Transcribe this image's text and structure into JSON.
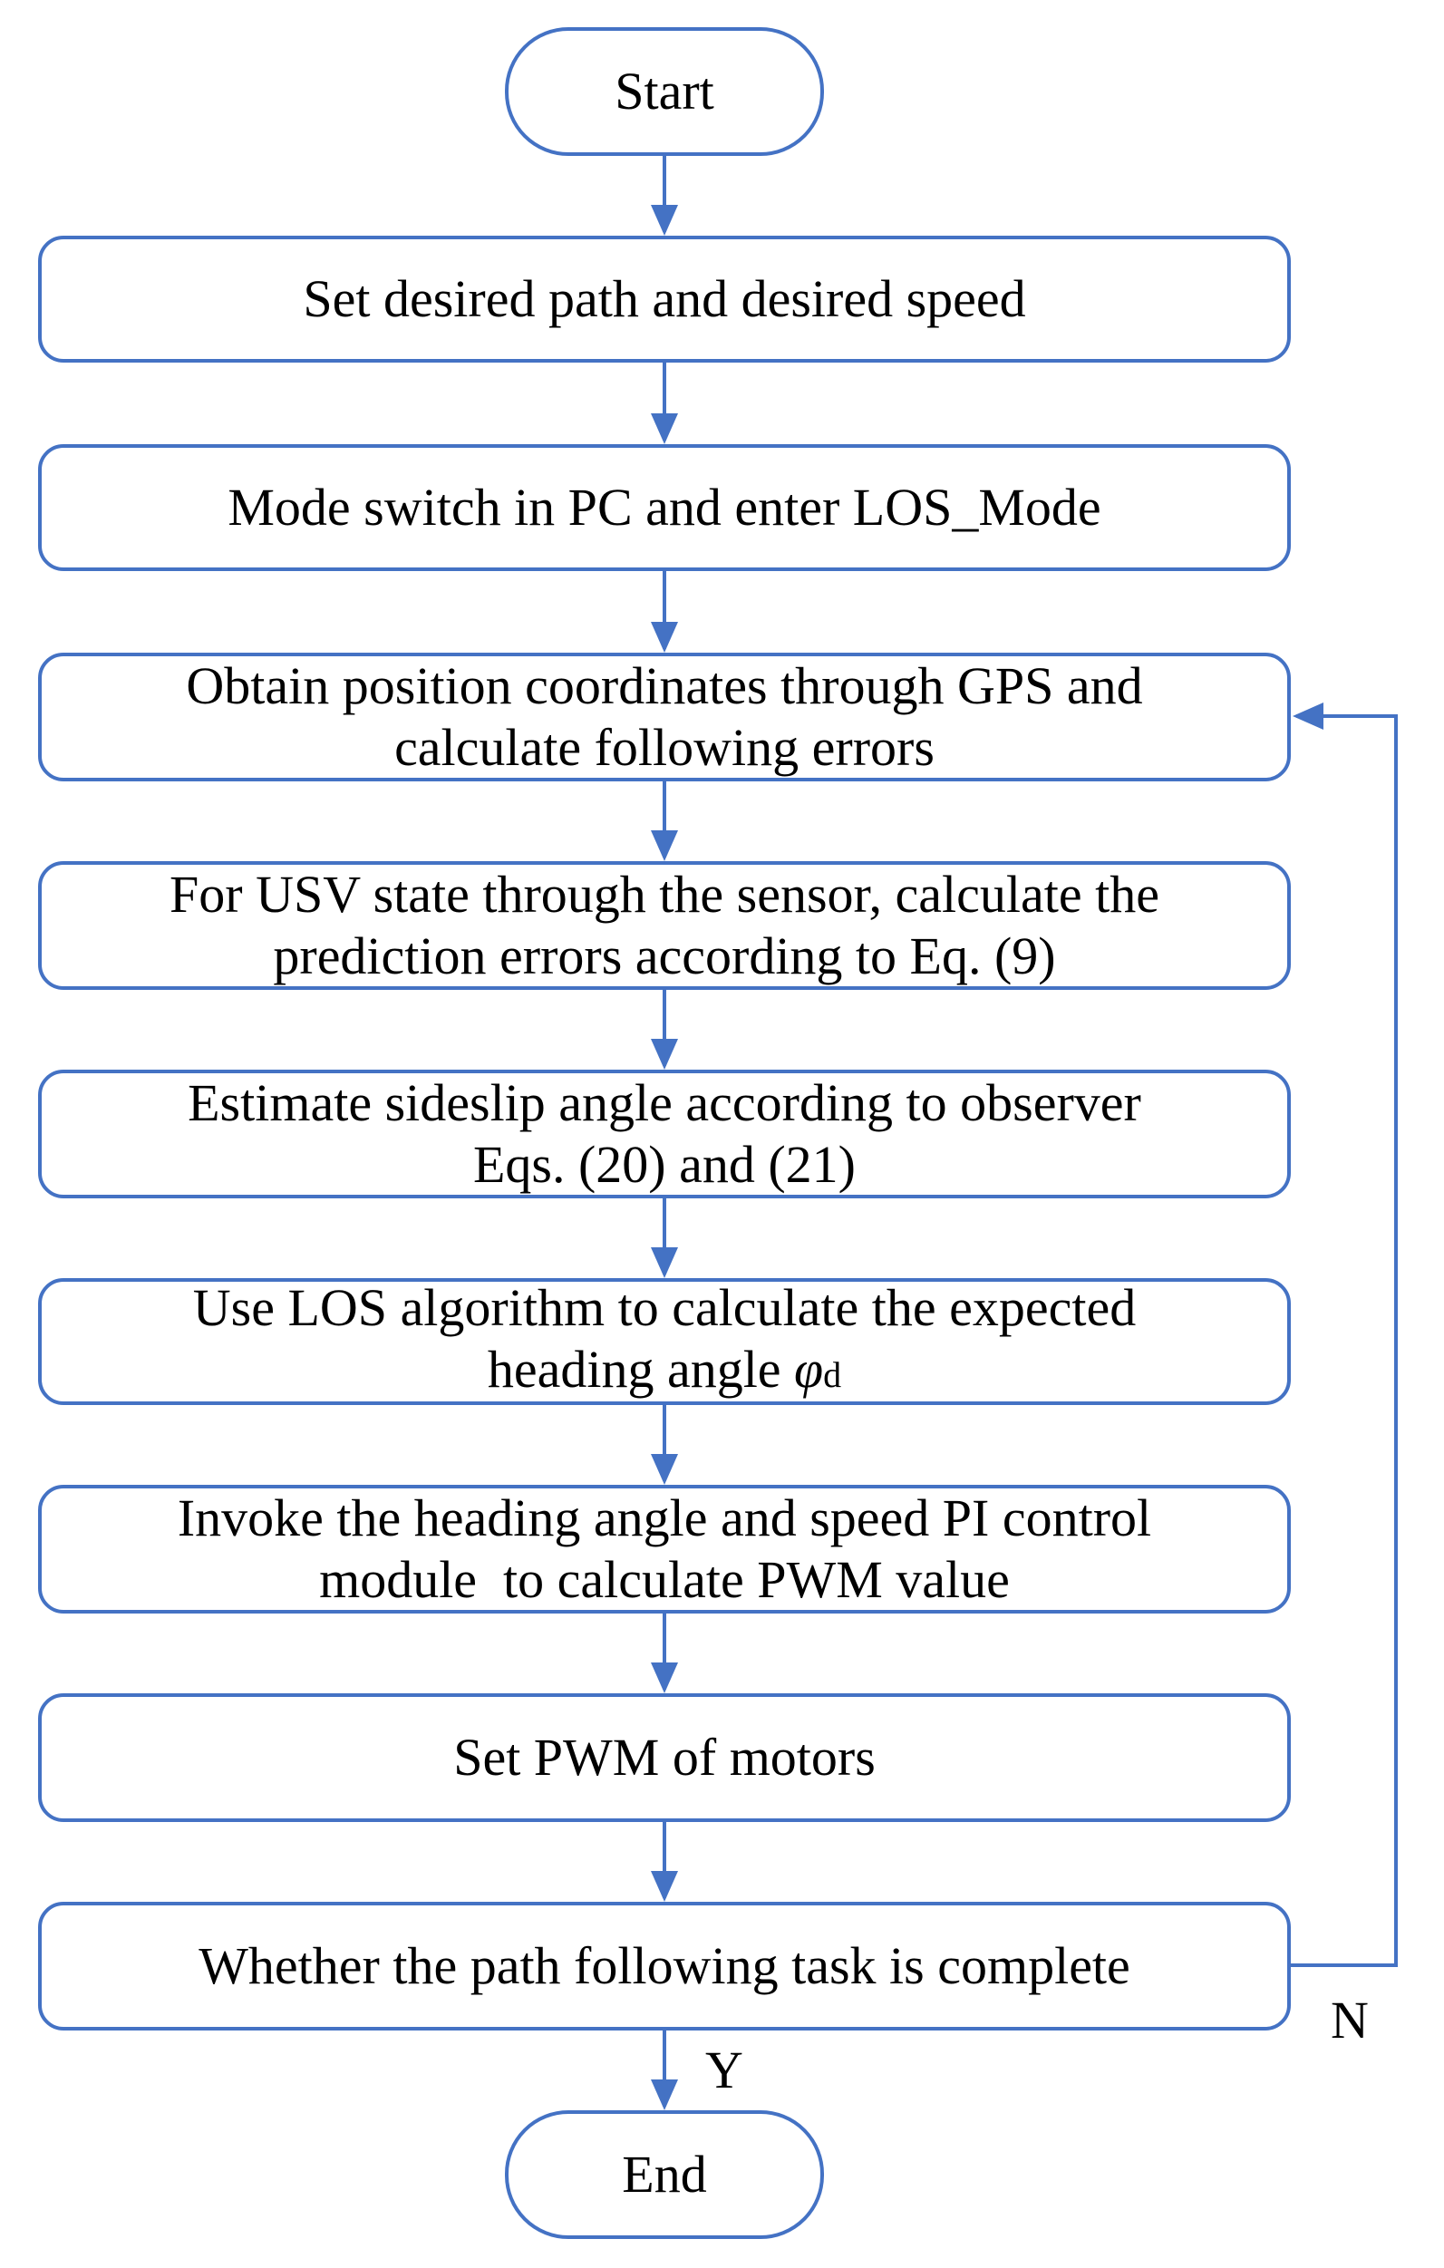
{
  "colors": {
    "stroke": "#4472c4",
    "text": "#000000",
    "background": "#ffffff"
  },
  "nodes": {
    "start": "Start",
    "set_path": "Set desired path and desired speed",
    "mode_switch": "Mode switch in PC and enter LOS_Mode",
    "obtain_position": {
      "line1": "Obtain position coordinates through GPS and",
      "line2": "calculate following errors"
    },
    "usv_state": {
      "line1": "For USV state through the sensor, calculate the",
      "line2": "prediction errors according to Eq. (9)"
    },
    "estimate_sideslip": {
      "line1": "Estimate sideslip angle according to observer",
      "line2": "Eqs. (20) and (21)"
    },
    "los_algorithm": {
      "line1": "Use LOS algorithm to calculate the expected",
      "line2_prefix": "heading angle ",
      "symbol": "φ",
      "subscript": "d"
    },
    "invoke_pi": {
      "line1": "Invoke the heading angle and speed PI control",
      "line2": "module  to calculate PWM value"
    },
    "set_pwm": "Set PWM of motors",
    "decision": "Whether the path following task is complete",
    "end": "End"
  },
  "branch_labels": {
    "yes": "Y",
    "no": "N"
  }
}
